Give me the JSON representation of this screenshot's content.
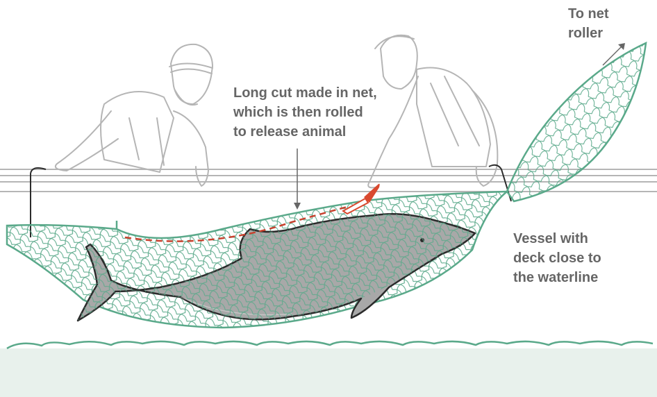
{
  "labels": {
    "cut": [
      "Long cut made in net,",
      "which is then rolled",
      "to release animal"
    ],
    "roller": [
      "To net",
      "roller"
    ],
    "vessel": [
      "Vessel with",
      "deck close to",
      "the waterline"
    ]
  },
  "figures": {
    "left_fisherman": "fisherman",
    "right_fisherman": "fisherman holding knife",
    "animal": "dolphin",
    "tool": "knife"
  },
  "colors": {
    "net": "#5aa98a",
    "cut_line": "#c8412e",
    "knife": "#d9492f",
    "dolphin_body": "#a8a8a8",
    "dolphin_outline": "#2b2b2b",
    "outline_gray": "#b5b5b5",
    "water": "#e8f1ec",
    "waterline": "#5aa98a",
    "text": "#666666"
  }
}
